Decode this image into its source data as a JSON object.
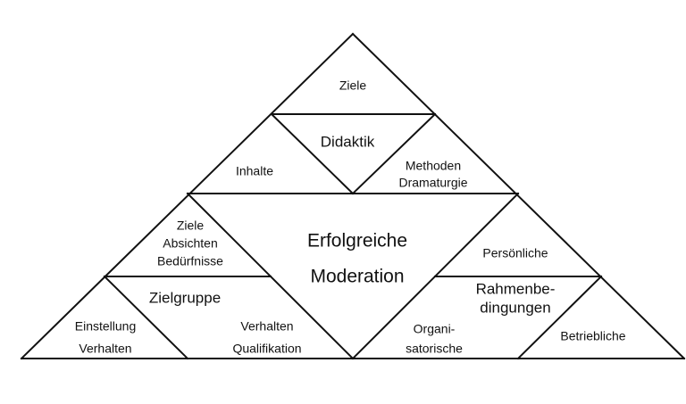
{
  "diagram": {
    "center_line1": "Erfolgreiche",
    "center_line2": "Moderation",
    "didaktik": {
      "title": "Didaktik",
      "top": "Ziele",
      "left": "Inhalte",
      "right_line1": "Methoden",
      "right_line2": "Dramaturgie"
    },
    "zielgruppe": {
      "title": "Zielgruppe",
      "top_line1": "Ziele",
      "top_line2": "Absichten",
      "top_line3": "Bedürfnisse",
      "left_line1": "Einstellung",
      "left_line2": "Verhalten",
      "right_line1": "Verhalten",
      "right_line2": "Qualifikation"
    },
    "rahmen": {
      "title_line1": "Rahmenbe-",
      "title_line2": "dingungen",
      "top": "Persönliche",
      "left_line1": "Organi-",
      "left_line2": "satorische",
      "right": "Betriebliche"
    }
  }
}
